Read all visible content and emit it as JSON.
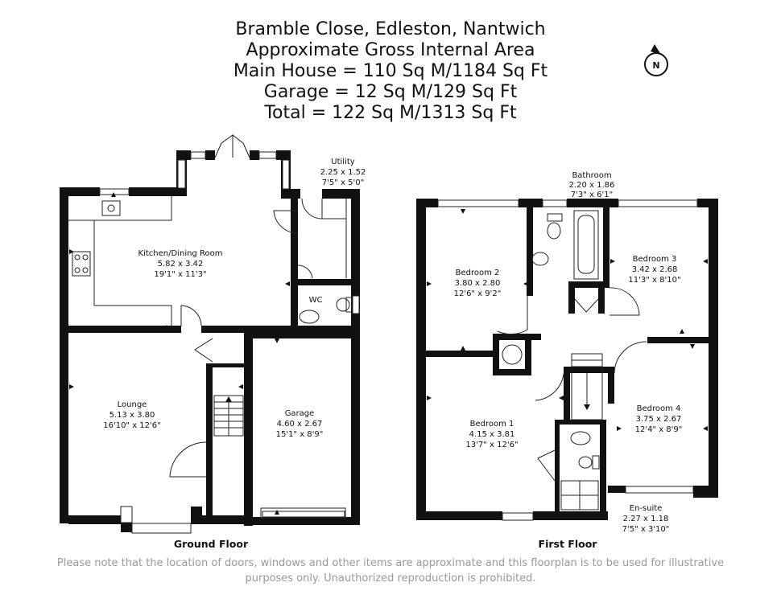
{
  "header": {
    "line1": "Bramble Close, Edleston, Nantwich",
    "line2": "Approximate Gross Internal Area",
    "line3": "Main House = 110 Sq M/1184 Sq Ft",
    "line4": "Garage = 12 Sq M/129 Sq Ft",
    "line5": "Total = 122 Sq M/1313 Sq Ft"
  },
  "compass": {
    "letter": "N"
  },
  "floors": {
    "ground": "Ground Floor",
    "first": "First Floor"
  },
  "rooms": {
    "kitchen": {
      "name": "Kitchen/Dining Room",
      "metric": "5.82 x 3.42",
      "imperial": "19'1\" x 11'3\""
    },
    "utility": {
      "name": "Utility",
      "metric": "2.25 x 1.52",
      "imperial": "7'5\" x 5'0\""
    },
    "wc": {
      "name": "WC"
    },
    "lounge": {
      "name": "Lounge",
      "metric": "5.13 x 3.80",
      "imperial": "16'10\" x 12'6\""
    },
    "garage": {
      "name": "Garage",
      "metric": "4.60 x 2.67",
      "imperial": "15'1\" x 8'9\""
    },
    "bathroom": {
      "name": "Bathroom",
      "metric": "2.20 x 1.86",
      "imperial": "7'3\" x 6'1\""
    },
    "bedroom2": {
      "name": "Bedroom 2",
      "metric": "3.80 x 2.80",
      "imperial": "12'6\" x 9'2\""
    },
    "bedroom3": {
      "name": "Bedroom 3",
      "metric": "3.42 x 2.68",
      "imperial": "11'3\" x 8'10\""
    },
    "bedroom1": {
      "name": "Bedroom 1",
      "metric": "4.15 x 3.81",
      "imperial": "13'7\" x 12'6\""
    },
    "bedroom4": {
      "name": "Bedroom 4",
      "metric": "3.75 x 2.67",
      "imperial": "12'4\" x 8'9\""
    },
    "ensuite": {
      "name": "En-suite",
      "metric": "2.27 x 1.18",
      "imperial": "7'5\" x 3'10\""
    }
  },
  "disclaimer": {
    "line1": "Please note that the location of doors, windows and other items are approximate and this floorplan is to be used for illustrative",
    "line2": "purposes only. Unauthorized reproduction is prohibited."
  }
}
